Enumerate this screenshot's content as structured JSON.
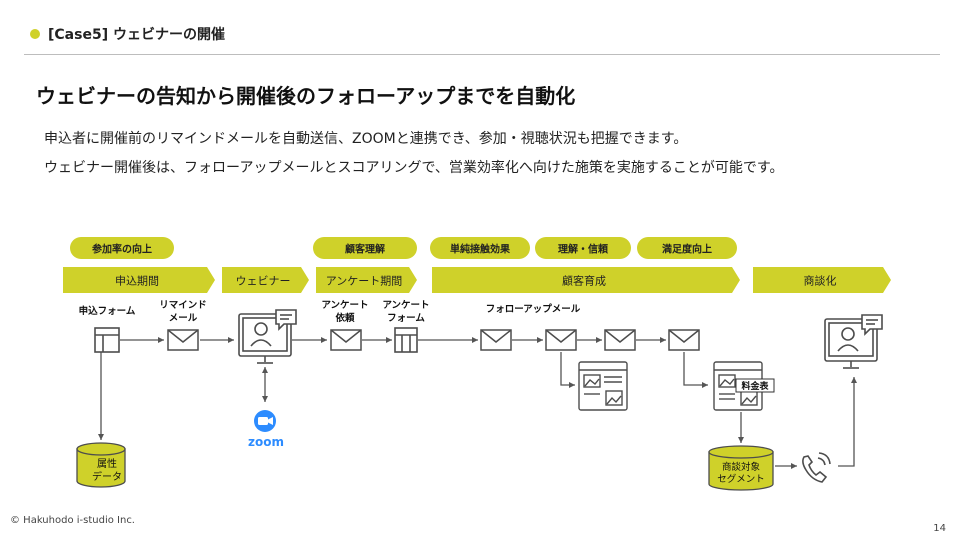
{
  "header": {
    "case_label": "[Case5] ウェビナーの開催"
  },
  "title": "ウェビナーの告知から開催後のフォローアップまでを自動化",
  "description": {
    "line1": "申込者に開催前のリマインドメールを自動送信、ZOOMと連携でき、参加・視聴状況も把握できます。",
    "line2": "ウェビナー開催後は、フォローアップメールとスコアリングで、営業効率化へ向けた施策を実施することが可能です。"
  },
  "goals": [
    "参加率の向上",
    "顧客理解",
    "単純接触効果",
    "理解・信頼",
    "満足度向上"
  ],
  "phases": [
    "申込期間",
    "ウェビナー",
    "アンケート期間",
    "顧客育成",
    "商談化"
  ],
  "nodes": {
    "signup_form": "申込フォーム",
    "remind_mail_1": "リマインド",
    "remind_mail_2": "メール",
    "survey_request_1": "アンケート",
    "survey_request_2": "依頼",
    "survey_form_1": "アンケート",
    "survey_form_2": "フォーム",
    "followup_mail": "フォローアップメール",
    "price_table": "料金表",
    "attribute_data_1": "属性",
    "attribute_data_2": "データ",
    "segment_1": "商談対象",
    "segment_2": "セグメント",
    "zoom": "zoom"
  },
  "colors": {
    "accent": "#cfd12a",
    "line": "#555555",
    "icon": "#4d4d4d"
  },
  "footer": {
    "copyright": "© Hakuhodo i-studio Inc.",
    "page": "14"
  }
}
